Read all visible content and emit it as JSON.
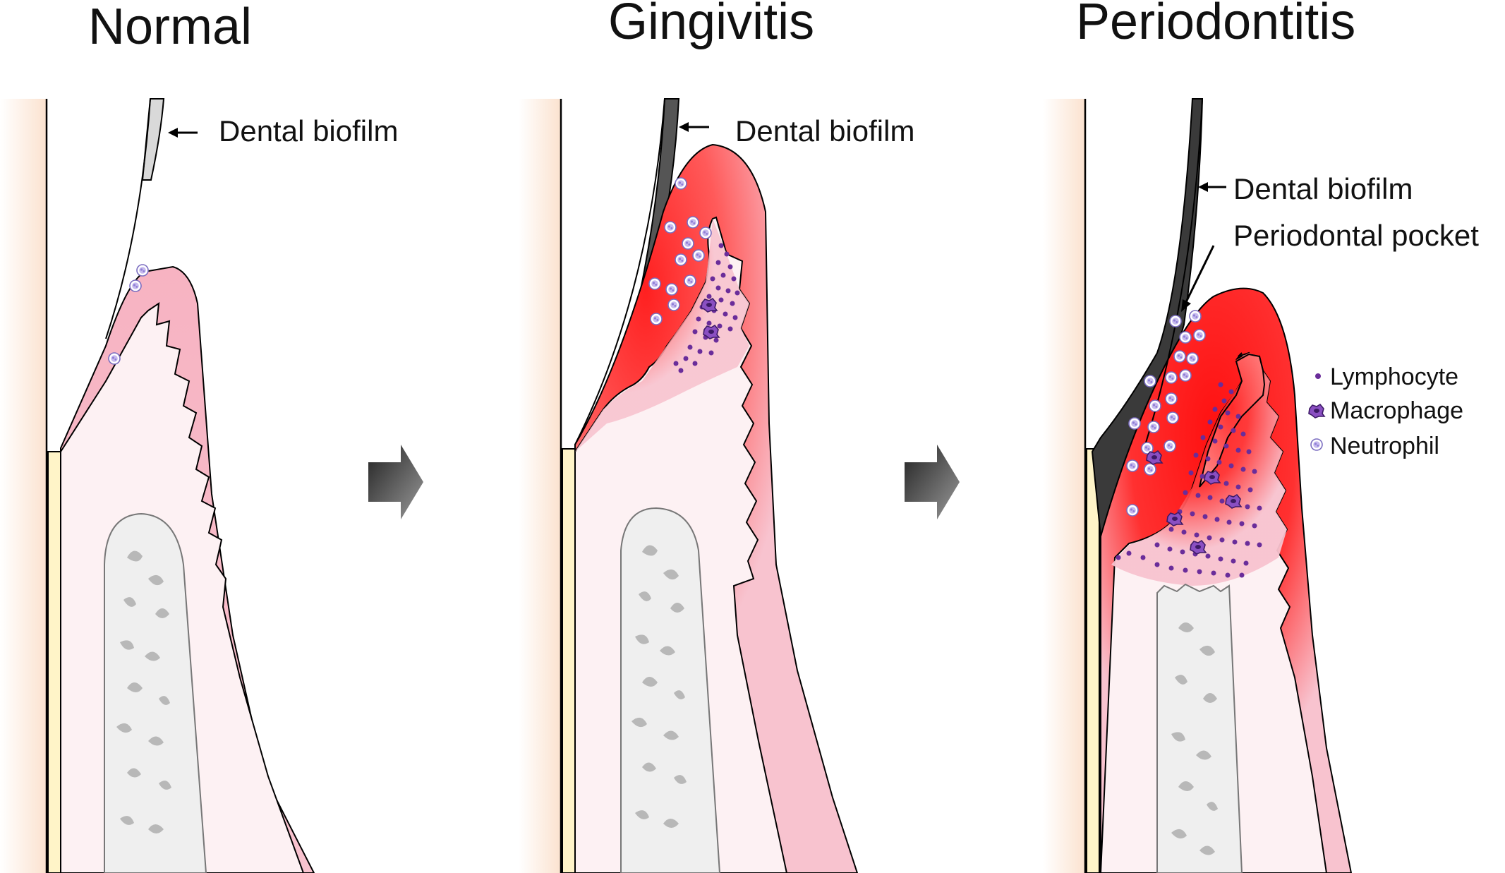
{
  "stages": [
    {
      "title": "Normal",
      "biofilm_label": "Dental biofilm"
    },
    {
      "title": "Gingivitis",
      "biofilm_label": "Dental biofilm"
    },
    {
      "title": "Periodontitis",
      "biofilm_label": "Dental biofilm",
      "pocket_label": "Periodontal pocket"
    }
  ],
  "legend": [
    {
      "label": "Lymphocyte",
      "icon": "lymphocyte-dot-icon"
    },
    {
      "label": "Macrophage",
      "icon": "macrophage-cell-icon"
    },
    {
      "label": "Neutrophil",
      "icon": "neutrophil-cell-icon"
    }
  ],
  "colors": {
    "gingiva": "#f8c8d2",
    "connective_tissue": "#fdf2f4",
    "inflamed": "#ff2a2a",
    "biofilm": "#3a3a3a",
    "lymphocyte": "#6a2d9a",
    "neutrophil": "#b3a6e0",
    "bone": "#efefef",
    "enamel": "#fff4c8"
  }
}
